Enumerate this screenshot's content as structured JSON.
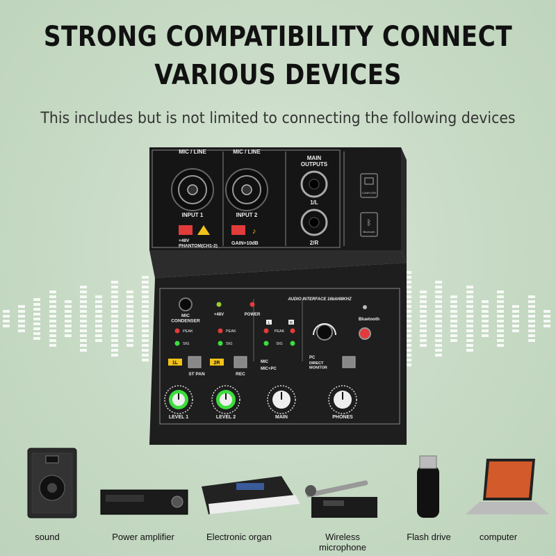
{
  "header": {
    "title_line1": "STRONG COMPATIBILITY CONNECT",
    "title_line2": "VARIOUS DEVICES",
    "subtitle": "This includes but is not limited to connecting the following devices"
  },
  "mixer": {
    "top": {
      "input1_type": "MIC / LINE",
      "input2_type": "MIC / LINE",
      "input1_label": "INPUT 1",
      "input2_label": "INPUT 2",
      "phantom_label": "+48V\nPHANTOM(CH1-2)",
      "gain_label": "GAIN+10dB",
      "main_outputs": "MAIN\nOUTPUTS",
      "out1": "1/L",
      "out2": "2/R",
      "computer": "COMPUTER",
      "bluetooth": "Bluetooth"
    },
    "front": {
      "interface_text": "AUDIO INTERFACE 16bit/48KHZ",
      "mic_condenser": "MIC\nCONDENSER",
      "plus48v": "+48V",
      "power": "POWER",
      "peak": "PEAK",
      "sig": "SIG",
      "L": "L",
      "R": "R",
      "bluetooth": "Bluetooth",
      "ch1": "1L",
      "ch2": "2R",
      "st_pan": "ST PAN",
      "rec": "REC",
      "mic": "MIC",
      "mic_pc": "MIC+PC",
      "pc": "PC",
      "direct_monitor": "DIRECT\nMONITOR",
      "level1": "LEVEL 1",
      "level2": "LEVEL 2",
      "main": "MAIN",
      "phones": "PHONES"
    }
  },
  "devices": [
    {
      "label": "sound",
      "icon": "speaker-icon"
    },
    {
      "label": "Power amplifier",
      "icon": "amplifier-icon"
    },
    {
      "label": "Electronic organ",
      "icon": "keyboard-icon"
    },
    {
      "label": "Wireless microphone",
      "icon": "microphone-icon"
    },
    {
      "label": "Flash drive",
      "icon": "usb-drive-icon"
    },
    {
      "label": "computer",
      "icon": "laptop-icon"
    }
  ],
  "colors": {
    "accent_green": "#3ddc3d",
    "panel": "#1c1c1c",
    "red_button": "#e23b3b"
  }
}
